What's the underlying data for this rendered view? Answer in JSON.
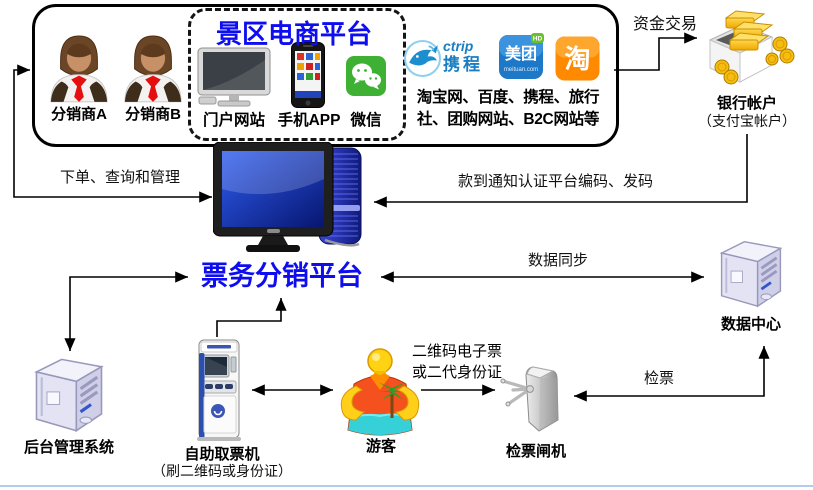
{
  "top_box": {
    "distributor_a": "分销商A",
    "distributor_b": "分销商B",
    "ecom": {
      "title": "景区电商平台",
      "portal": "门户网站",
      "app": "手机APP",
      "wechat": "微信"
    },
    "ota": {
      "ctrip_en": "ctrip",
      "ctrip_cn": "携程",
      "meituan": "美团",
      "meituan_sub": "meituan.com",
      "meituan_badge": "HD",
      "taobao": "淘",
      "desc1": "淘宝网、百度、携程、旅行",
      "desc2": "社、团购网站、B2C网站等"
    }
  },
  "bank": {
    "label": "银行帐户",
    "sub": "（支付宝帐户）"
  },
  "platform": {
    "title": "票务分销平台"
  },
  "nodes": {
    "data_center": "数据中心",
    "backend": "后台管理系统",
    "kiosk": "自助取票机",
    "kiosk_sub": "（刷二维码或身份证）",
    "tourist": "游客",
    "gate": "检票闸机"
  },
  "flows": {
    "funds": "资金交易",
    "order": "下单、查询和管理",
    "notify": "款到通知认证平台编码、发码",
    "sync": "数据同步",
    "check": "检票",
    "qr1": "二维码电子票",
    "qr2": "或二代身份证"
  },
  "colors": {
    "accent_blue": "#0d0df0",
    "line": "#000000",
    "bottom_rule": "#b0cde9",
    "wechat_green": "#3eb134",
    "taobao_orange": "#ff8a00",
    "meituan_blue": "#1e78c8",
    "ctrip_blue": "#1b7ec2",
    "server_lavender": "#e3e3f3",
    "gold": "#ffc61c",
    "tie_red": "#e60f0f",
    "screen_blue": "#1539d8"
  }
}
